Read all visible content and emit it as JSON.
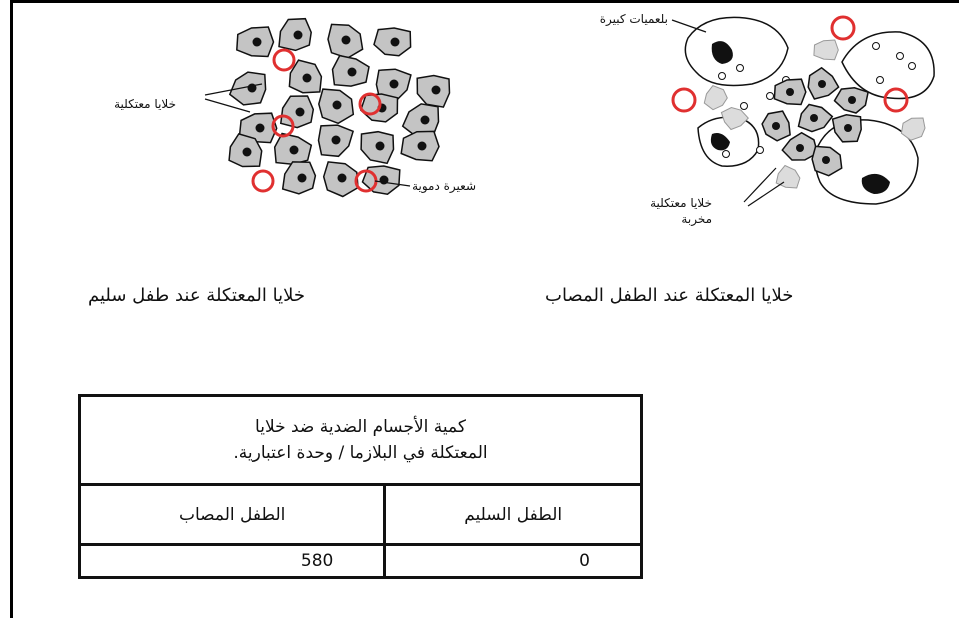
{
  "left_panel": {
    "label_cells": "خلايا معتكلية",
    "label_vessel": "شعيرة دموية",
    "caption": "خلايا المعتكلة عند طفل سليم"
  },
  "right_panel": {
    "label_macrophages": "بلعميات كبيرة",
    "label_damaged": "خلايا معتكلية مخربة",
    "caption": "خلايا المعتكلة عند الطفل المصاب"
  },
  "table": {
    "header_line1": "كمية الأجسام الضدية ضد خلايا",
    "header_line2": "المعتكلة في البلازما / وحدة اعتبارية.",
    "col_healthy": "الطفل السليم",
    "col_sick": "الطفل المصاب",
    "val_healthy": "0",
    "val_sick": "580"
  }
}
